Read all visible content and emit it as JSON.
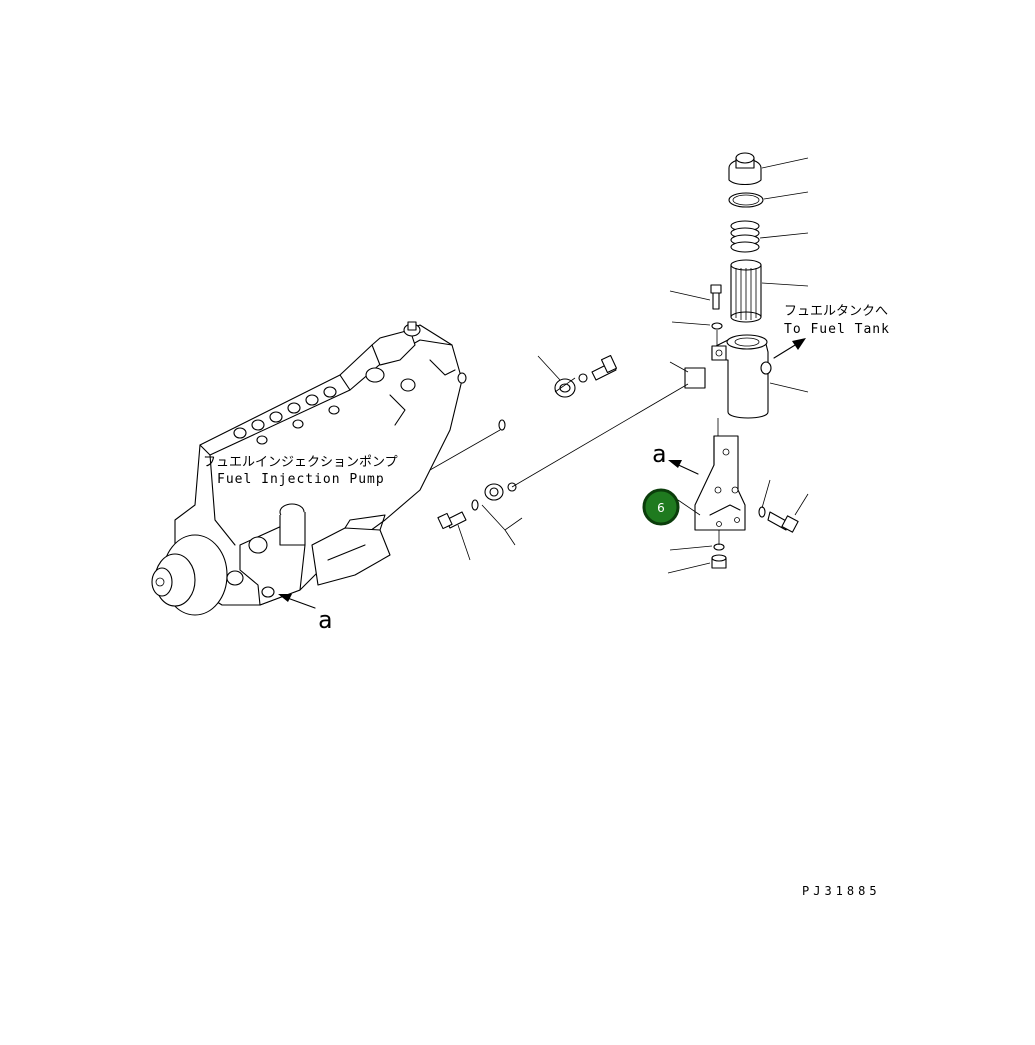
{
  "labels": {
    "pump_jp": "フュエルインジェクションポンプ",
    "pump_en": "Fuel Injection Pump",
    "tank_jp": "フュエルタンクへ",
    "tank_en": "To Fuel Tank",
    "view_a_left": "a",
    "view_a_right": "a",
    "drawing_code": "PJ31885"
  },
  "callouts": [
    {
      "number": "6"
    }
  ],
  "colors": {
    "line": "#000000",
    "callout_fill": "#1f7a1f",
    "callout_ring": "#0b3d0b",
    "callout_text": "#ffffff"
  }
}
